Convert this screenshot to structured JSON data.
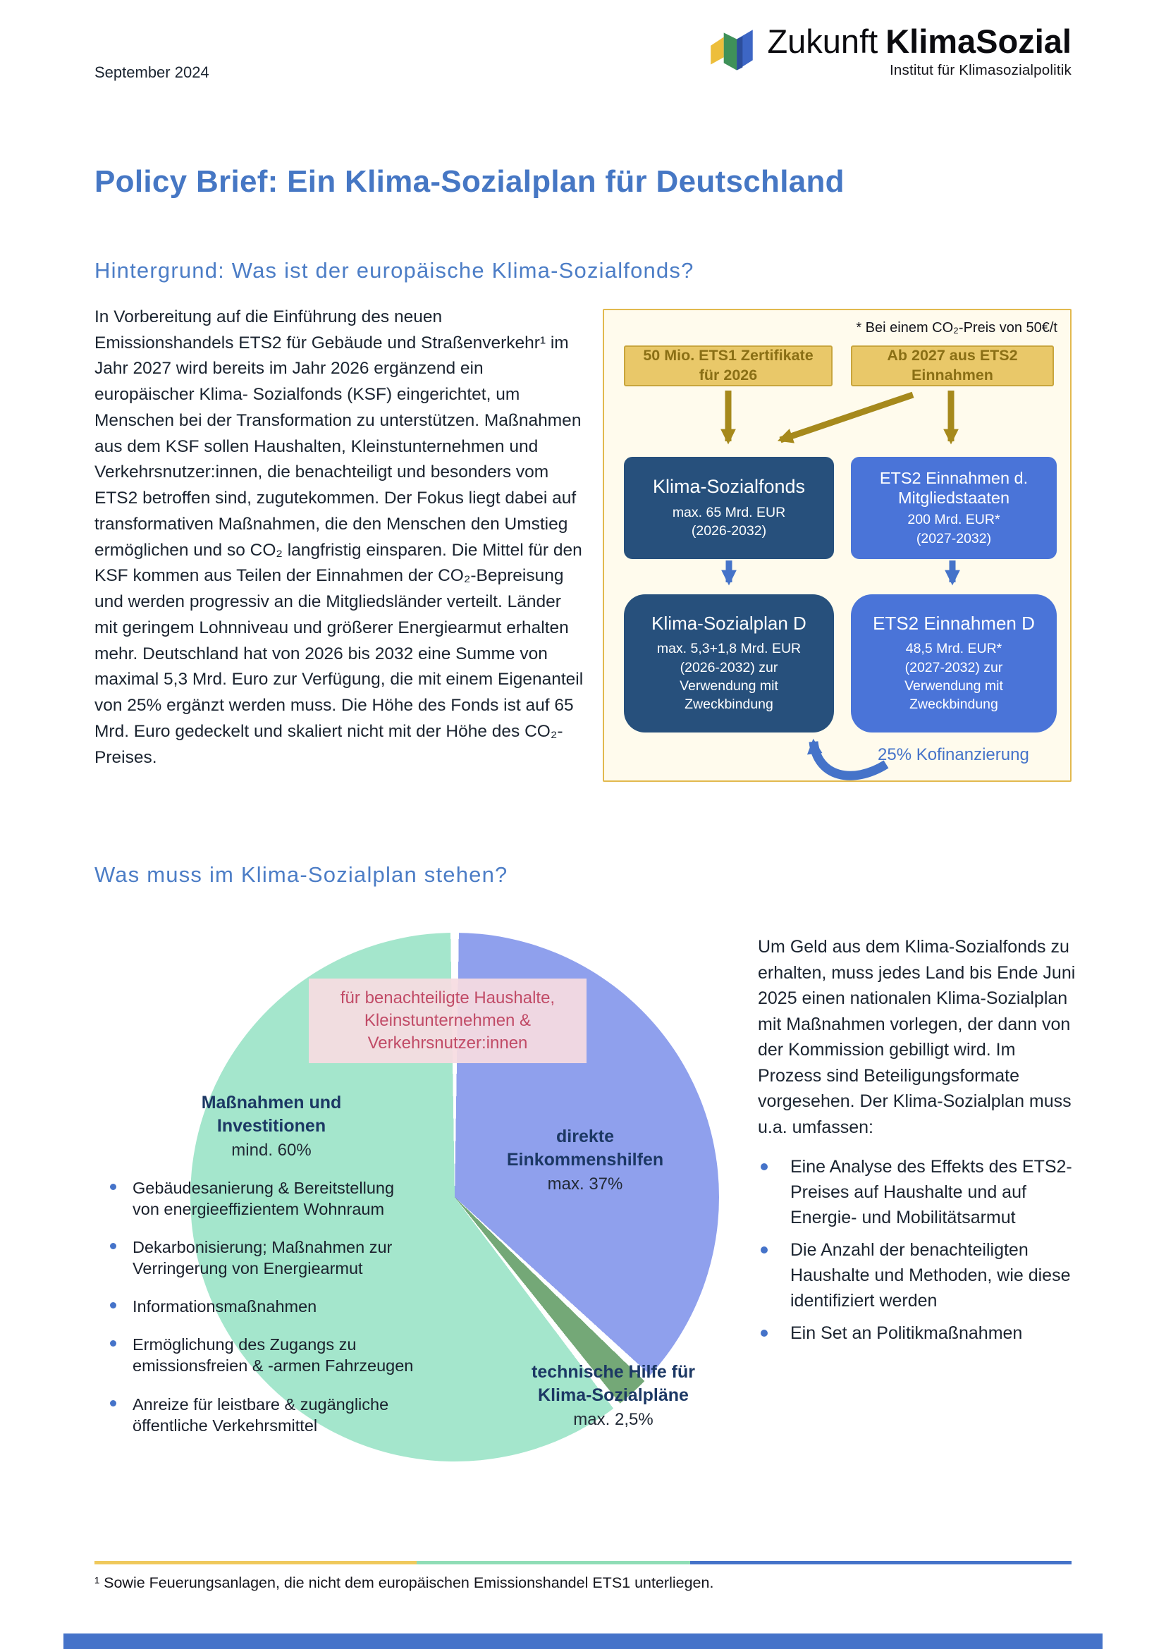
{
  "header": {
    "date": "September 2024",
    "logo": {
      "brand_light": "Zukunft",
      "brand_bold": "KlimaSozial",
      "subtitle": "Institut für Klimasozialpolitik"
    }
  },
  "title": "Policy Brief: Ein Klima-Sozialplan für Deutschland",
  "background_section": {
    "heading": "Hintergrund: Was ist der europäische Klima-Sozialfonds?",
    "body": "In Vorbereitung auf die Einführung des neuen Emissionshandels ETS2 für Gebäude und Straßenverkehr¹ im Jahr 2027 wird bereits im Jahr 2026 ergänzend ein europäischer Klima- Sozialfonds (KSF) eingerichtet, um Menschen bei der Transformation zu unterstützen. Maßnahmen aus dem KSF sollen Haushalten, Kleinstunternehmen und Verkehrsnutzer:innen, die benachteiligt und besonders vom ETS2 betroffen sind, zugutekommen. Der Fokus liegt dabei auf transformativen Maßnahmen, die den Menschen den Umstieg ermöglichen und so CO₂ langfristig einsparen. Die Mittel für den KSF kommen aus Teilen der Einnahmen der CO₂-Bepreisung und werden progressiv an die Mitgliedsländer verteilt. Länder mit geringem Lohnniveau und größerer Energiearmut erhalten mehr. Deutschland hat von 2026 bis 2032 eine Summe von maximal 5,3 Mrd. Euro zur Verfügung, die mit einem Eigenanteil von 25% ergänzt werden muss. Die Höhe des Fonds ist auf 65 Mrd. Euro gedeckelt und skaliert nicht mit der Höhe des CO₂-Preises."
  },
  "diagram": {
    "note": "* Bei einem CO₂-Preis von 50€/t",
    "ets1_box": "50 Mio. ETS1 Zertifikate\nfür 2026",
    "ets2_box": "Ab 2027 aus ETS2\nEinnahmen",
    "ksf_box": {
      "title": "Klima-Sozialfonds",
      "details": "max. 65 Mrd. EUR\n(2026-2032)"
    },
    "ets2_member_box": {
      "title": "ETS2 Einnahmen d.\nMitgliedstaaten",
      "details": "200 Mrd. EUR*\n(2027-2032)"
    },
    "ksp_box": {
      "title": "Klima-Sozialplan D",
      "details": "max. 5,3+1,8 Mrd. EUR\n(2026-2032) zur\nVerwendung mit\nZweckbindung"
    },
    "ets2_d_box": {
      "title": "ETS2 Einnahmen D",
      "details": "48,5 Mrd. EUR*\n(2027-2032) zur\nVerwendung mit\nZweckbindung"
    },
    "cofinancing_label": "25% Kofinanzierung"
  },
  "plan_section": {
    "heading": "Was muss im Klima-Sozialplan stehen?",
    "pie_overlay": {
      "beneficiaries": "für benachteiligte Haushalte,\nKleinstunternehmen &\nVerkehrsnutzer:innen",
      "measures_title": "Maßnahmen und\nInvestitionen",
      "measures_value": "mind. 60%",
      "income_title": "direkte\nEinkommenshilfen",
      "income_value": "max. 37%",
      "technical_title": "technische Hilfe für\nKlima-Sozialpläne",
      "technical_value": "max. 2,5%"
    },
    "measure_bullets": [
      "Gebäudesanierung & Bereitstellung von energieeffizientem Wohnraum",
      "Dekarbonisierung; Maßnahmen zur Verringerung von Energiearmut",
      "Informationsmaßnahmen",
      "Ermöglichung des Zugangs zu emissionsfreien & -armen Fahrzeugen",
      "Anreize für leistbare & zugängliche öffentliche Verkehrsmittel"
    ],
    "right_col": {
      "intro": "Um Geld aus dem Klima-Sozialfonds zu erhalten, muss jedes Land bis Ende Juni 2025 einen nationalen Klima-Sozialplan mit Maßnahmen vorlegen, der dann von der Kommission gebilligt wird. Im Prozess sind Beteiligungsformate vorgesehen. Der Klima-Sozialplan muss u.a. umfassen:",
      "bullets": [
        "Eine Analyse des Effekts des ETS2-Preises auf Haushalte und auf Energie- und Mobilitätsarmut",
        "Die Anzahl der benachteiligten Haushalte und Methoden, wie diese identifiziert werden",
        "Ein Set an Politikmaßnahmen"
      ]
    }
  },
  "chart_data": {
    "type": "pie",
    "title": "Was muss im Klima-Sozialplan stehen?",
    "start_angle_deg": 0,
    "direction": "clockwise",
    "slices": [
      {
        "label": "direkte Einkommenshilfen",
        "constraint": "max. 37%",
        "value": 37,
        "color": "#8FA0ED"
      },
      {
        "label": "technische Hilfe für Klima-Sozialpläne",
        "constraint": "max. 2,5%",
        "value": 2.5,
        "color": "#74A877"
      },
      {
        "label": "Maßnahmen und Investitionen",
        "constraint": "mind. 60%",
        "value": 60.5,
        "color": "#A4E6CC"
      }
    ],
    "callout": "für benachteiligte Haushalte, Kleinstunternehmen & Verkehrsnutzer:innen"
  },
  "footer": {
    "footnote": "¹ Sowie Feuerungsanlagen, die nicht dem europäischen Emissionshandel ETS1 unterliegen."
  },
  "palette": {
    "heading_blue": "#4677C4",
    "navy_box": "#27507C",
    "royal_blue_box": "#4A74D8",
    "gold_arrow": "#A6891C",
    "tan_box_bg": "#E9C869",
    "diagram_bg": "#FFFBED",
    "diagram_border": "#E2B94E",
    "pink_callout_bg": "#F6DBE1",
    "pink_callout_text": "#C14B67",
    "accent_bullet": "#4573C9",
    "stripe_yellow": "#EFC95C",
    "stripe_green": "#8FDDB6",
    "stripe_blue": "#4573C9"
  }
}
